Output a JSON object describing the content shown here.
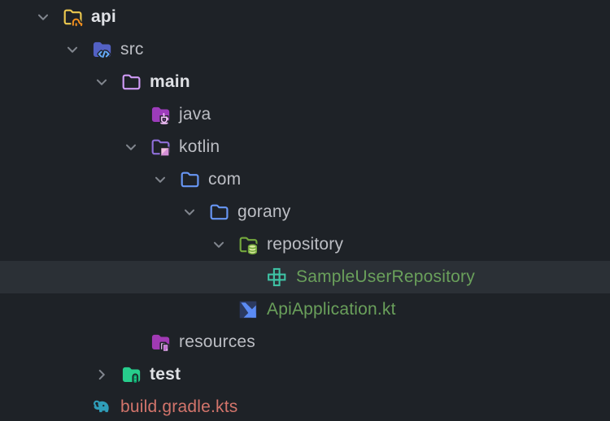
{
  "colors": {
    "background": "#1e2227",
    "row_highlight": "#2b3036",
    "text_default": "#bcbec4",
    "text_bold": "#dfe1e5",
    "text_green": "#6aa05b",
    "text_salmon": "#d2746b",
    "chevron": "#81868e"
  },
  "icon_colors": {
    "folder_yellow": "#edc94f",
    "gradle_orange": "#ef8e1e",
    "src_indigo": "#5361c4",
    "src_brackets_blue": "#64a9f6",
    "folder_lavender": "#cf9af5",
    "java_magenta": "#9d3cbb",
    "java_cup_pink": "#eebbf5",
    "kotlin_folder_purple": "#8f6fd9",
    "kotlin_badge_pink": "#f2c0e2",
    "kotlin_badge_pink_dark": "#d48fd6",
    "folder_blue": "#6897f5",
    "repo_green": "#74a83d",
    "repo_db_fill": "#d9e89e",
    "plus_teal": "#3fc3a5",
    "kotlin_file_dark": "#2c3a60",
    "kotlin_file_blue": "#5b8bf5",
    "resources_magenta": "#a13ab4",
    "resources_files_pink": "#e9b5f2",
    "test_green": "#27cd8c",
    "test_tube_dark": "#0b9e69",
    "gradle_teal": "#2f9db8"
  },
  "tree": {
    "rows": [
      {
        "label": "api",
        "level": 0,
        "expanded": true,
        "icon": "gradle-module-folder-icon",
        "bold": true,
        "color_key": "text_bold"
      },
      {
        "label": "src",
        "level": 1,
        "expanded": true,
        "icon": "sources-root-folder-icon",
        "bold": false,
        "color_key": "text_default"
      },
      {
        "label": "main",
        "level": 2,
        "expanded": true,
        "icon": "lavender-folder-icon",
        "bold": true,
        "color_key": "text_bold"
      },
      {
        "label": "java",
        "level": 3,
        "expanded": null,
        "icon": "java-folder-icon",
        "bold": false,
        "color_key": "text_default"
      },
      {
        "label": "kotlin",
        "level": 3,
        "expanded": true,
        "icon": "kotlin-folder-icon",
        "bold": false,
        "color_key": "text_default"
      },
      {
        "label": "com",
        "level": 4,
        "expanded": true,
        "icon": "blue-folder-icon",
        "bold": false,
        "color_key": "text_default"
      },
      {
        "label": "gorany",
        "level": 5,
        "expanded": true,
        "icon": "blue-folder-icon",
        "bold": false,
        "color_key": "text_default"
      },
      {
        "label": "repository",
        "level": 6,
        "expanded": true,
        "icon": "repository-folder-icon",
        "bold": false,
        "color_key": "text_default"
      },
      {
        "label": "SampleUserRepository",
        "level": 7,
        "expanded": null,
        "icon": "plus-squares-icon",
        "bold": false,
        "color_key": "text_green",
        "selected": true
      },
      {
        "label": "ApiApplication.kt",
        "level": 6,
        "expanded": null,
        "icon": "kotlin-file-icon",
        "bold": false,
        "color_key": "text_green"
      },
      {
        "label": "resources",
        "level": 3,
        "expanded": null,
        "icon": "resources-folder-icon",
        "bold": false,
        "color_key": "text_default"
      },
      {
        "label": "test",
        "level": 2,
        "expanded": false,
        "icon": "test-folder-icon",
        "bold": true,
        "color_key": "text_bold"
      },
      {
        "label": "build.gradle.kts",
        "level": 1,
        "expanded": null,
        "icon": "gradle-file-icon",
        "bold": false,
        "color_key": "text_salmon"
      }
    ]
  }
}
